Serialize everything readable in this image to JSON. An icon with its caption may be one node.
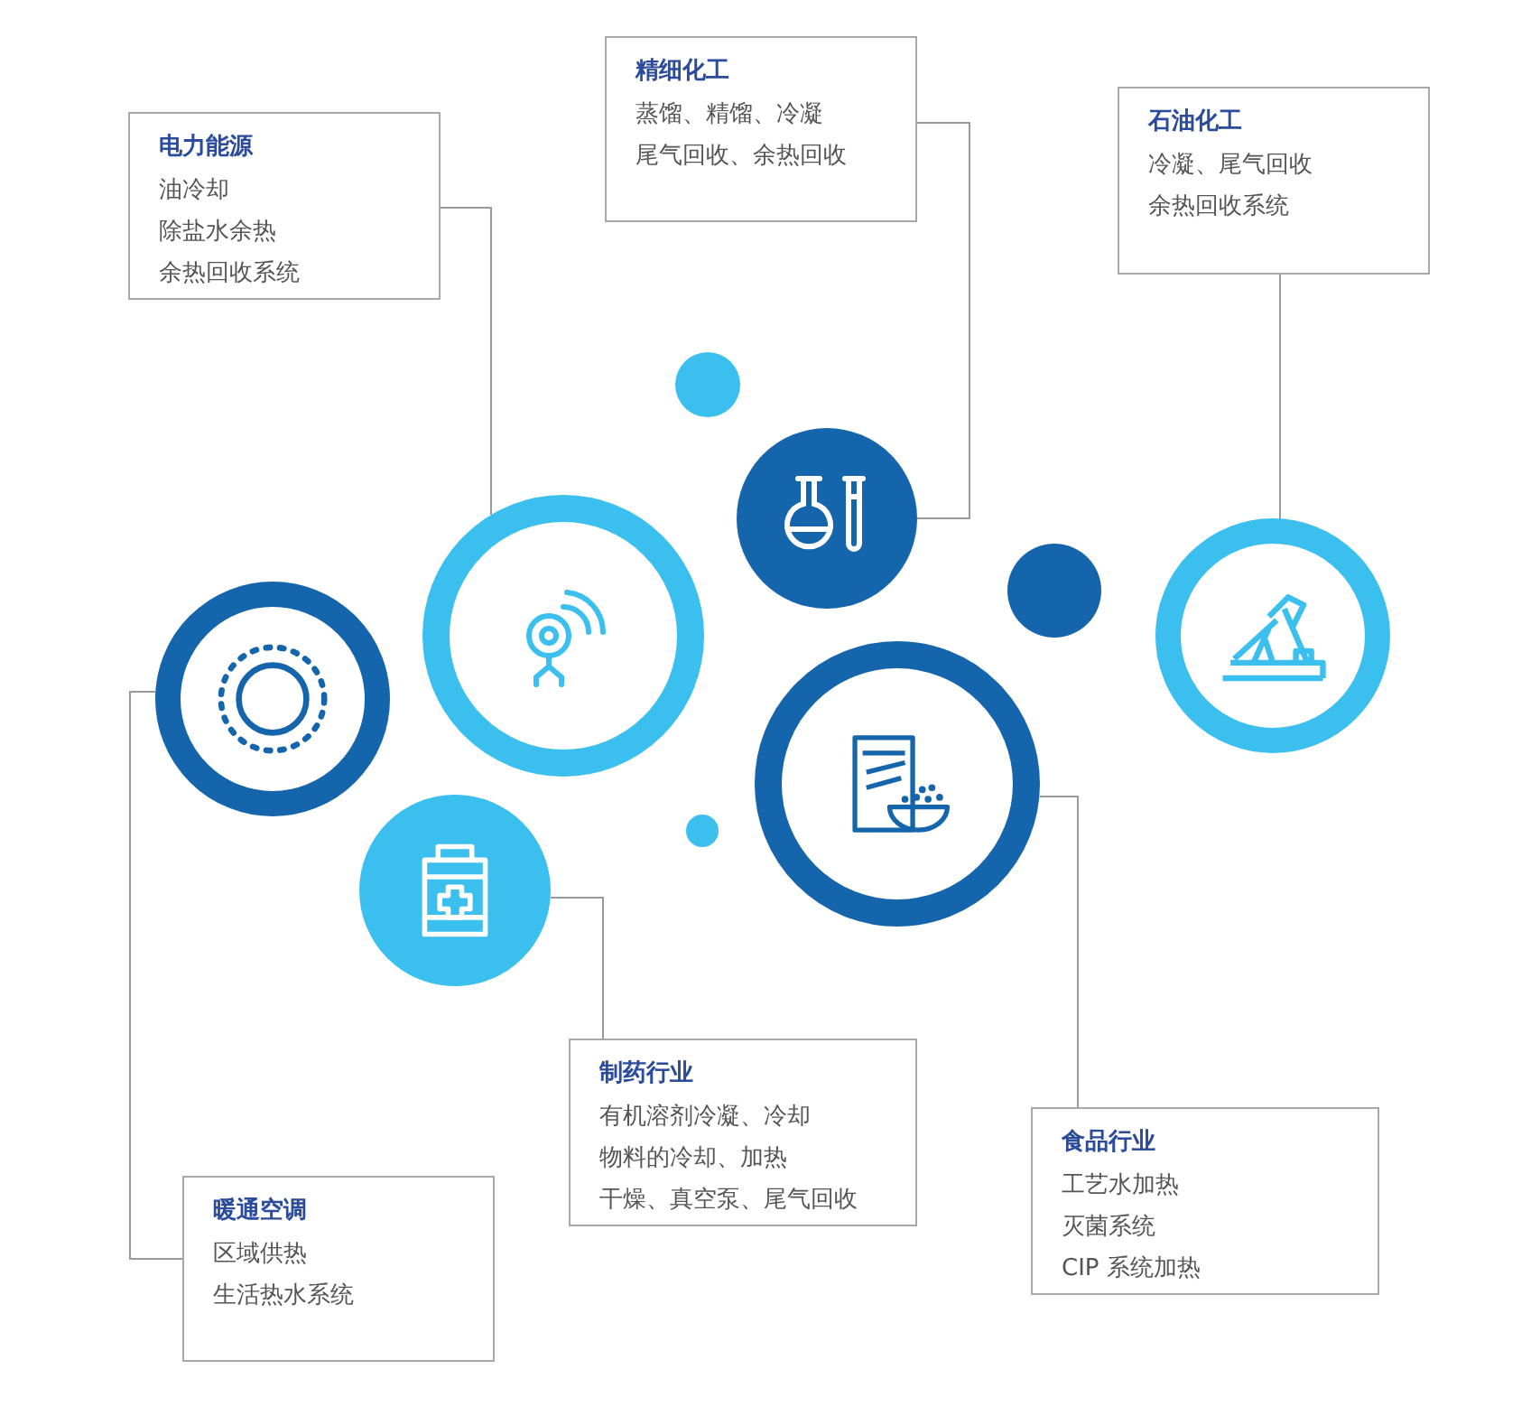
{
  "diagram": {
    "nodes": [
      {
        "text": [
          "精细化工",
          "蒸馏、精馏、冷凝",
          "尾气回收、余热回收"
        ]
      },
      {
        "text": [
          "石油化工",
          "冷凝、尾气回收",
          "余热回收系统"
        ]
      },
      {
        "text": [
          "电力能源",
          "油冷却",
          "除盐水余热",
          "余热回收系统"
        ]
      },
      {
        "text": [],
        "shape": "circle"
      },
      {
        "text": [],
        "shape": "circle"
      },
      {
        "text": [],
        "shape": "circle"
      },
      {
        "text": [],
        "shape": "circle"
      },
      {
        "text": [],
        "shape": "circle"
      },
      {
        "text": [],
        "shape": "circle"
      },
      {
        "text": [
          "制药行业",
          "有机溶剂冷凝、冷却",
          "物料的冷却、加热",
          "干燥、真空泵、尾气回收"
        ]
      },
      {
        "text": [
          "食品行业",
          "工艺水加热",
          "灭菌系统",
          "CIP 系统加热"
        ]
      },
      {
        "text": [
          "暖通空调",
          "区域供热",
          "生活热水系统"
        ]
      }
    ],
    "edges": [
      {
        "from": 2,
        "to": 4,
        "arrow": "none"
      },
      {
        "from": 0,
        "to": 3,
        "arrow": "none"
      },
      {
        "from": 1,
        "to": 5,
        "arrow": "none"
      },
      {
        "from": 6,
        "to": 11,
        "arrow": "none"
      },
      {
        "from": 8,
        "to": 9,
        "arrow": "none"
      },
      {
        "from": 7,
        "to": 10,
        "arrow": "none"
      }
    ]
  }
}
